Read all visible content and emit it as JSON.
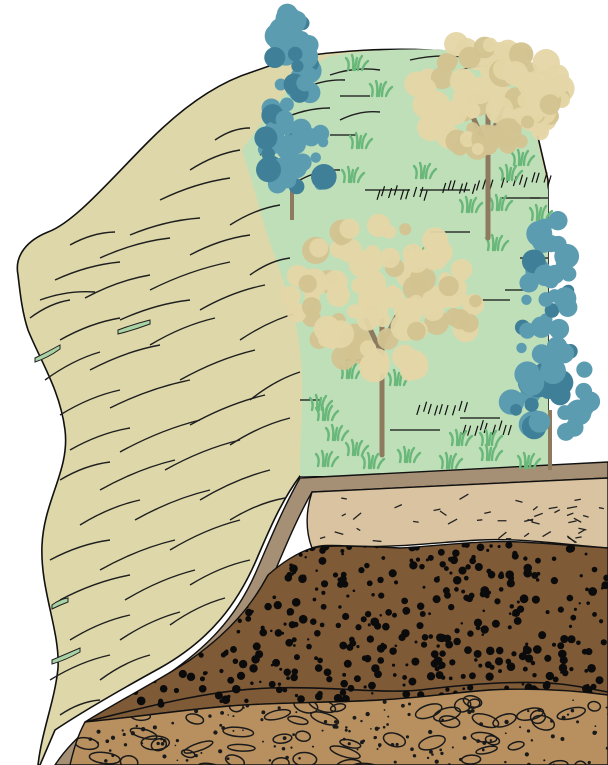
{
  "colors": {
    "background": "#ffffff",
    "slope": "#ddd7a9",
    "slope_lines": "#1f1f1f",
    "soil_cap": "#a58f75",
    "grass_surface": "#bfdfb9",
    "topsoil_light": "#d9c3a0",
    "topsoil_dark": "#7f5a37",
    "subsoil": "#a47e52",
    "bedrock": "#b89060",
    "stroke": "#111111",
    "conifer": "#5c9cb1",
    "conifer_dark": "#3f7f98",
    "deciduous": "#e5d6a6",
    "deciduous_dark": "#d3c390",
    "trunk": "#8e7a5f",
    "grass_tuft": "#69b87a"
  },
  "icons": {
    "conifer_tree": "conifer-tree-icon",
    "deciduous_tree": "deciduous-tree-icon",
    "grass_tuft": "grass-tuft-icon"
  },
  "soil_layers": [
    "grass-layer",
    "organic-topsoil-layer",
    "gravelly-subsoil-layer",
    "stony-bedrock-layer"
  ]
}
